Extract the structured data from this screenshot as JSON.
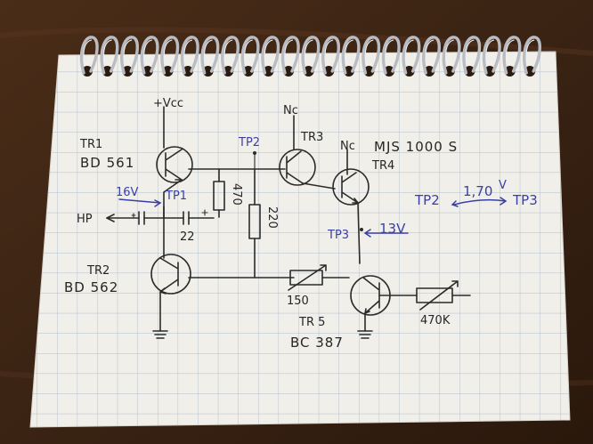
{
  "labels": {
    "vcc": "+Vcc",
    "tr1": "TR1",
    "tr1_part": "BD 561",
    "tr2": "TR2",
    "tr2_part": "BD 562",
    "tr3": "TR3",
    "tr4": "TR4",
    "tr4_part": "MJS 1000 S",
    "tr5": "TR 5",
    "tr5_part": "BC 387",
    "nc_tr3": "Nc",
    "nc_tr4": "Nc",
    "hp": "HP",
    "r470": "470",
    "r220": "220",
    "c22": "22",
    "r150": "150",
    "r470k": "470K",
    "tp1": "TP1",
    "tp2": "TP2",
    "tp3": "TP3",
    "v16": "16V",
    "v13": "13V",
    "meas_tp2": "TP2",
    "meas_v": "1,70",
    "meas_unit": "V",
    "meas_tp3": "TP3"
  },
  "colors": {
    "paper": "#f1efe9",
    "grid": "#a9b8c9",
    "ink": "#2b2b2b",
    "blue_ink": "#3a3fa6",
    "table": "#3a2414"
  }
}
